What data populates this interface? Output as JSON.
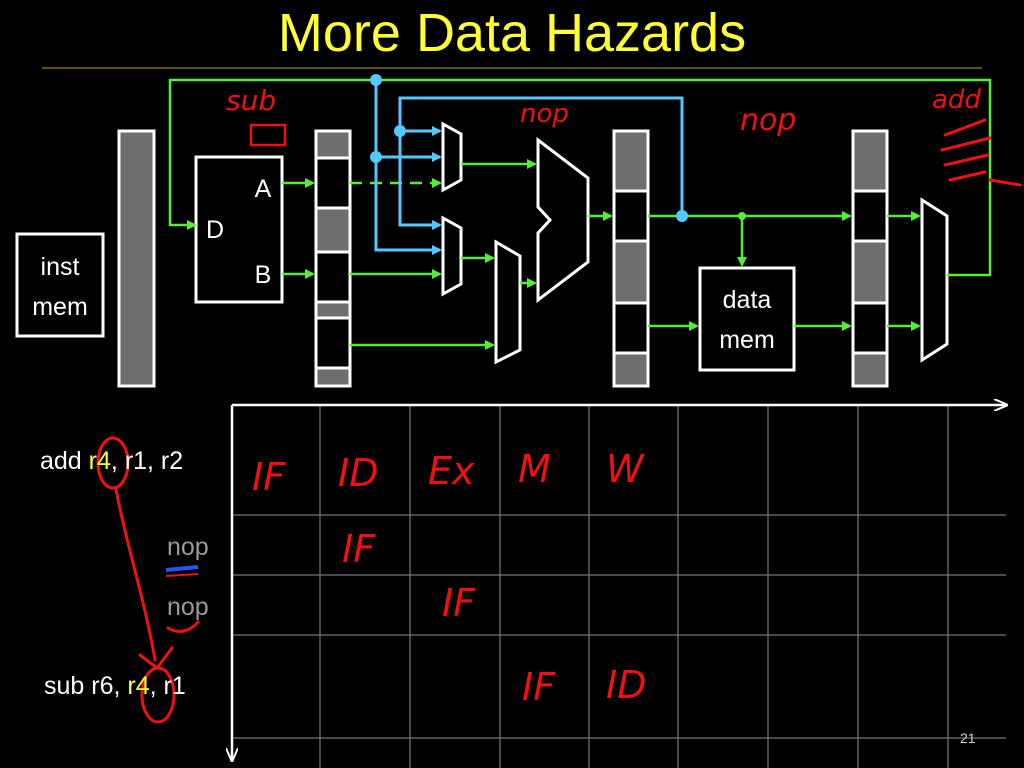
{
  "slide": {
    "title": "More Data Hazards",
    "page_number": "21"
  },
  "pipeline": {
    "inst_mem": [
      "inst",
      "mem"
    ],
    "reg_file": {
      "d": "D",
      "a": "A",
      "b": "B"
    },
    "data_mem": [
      "data",
      "mem"
    ]
  },
  "annotations": {
    "top": [
      "sub",
      "nop",
      "nop",
      "add"
    ],
    "stages_row1": [
      "IF",
      "ID",
      "Ex",
      "M",
      "W"
    ],
    "stages_row2": [
      "IF"
    ],
    "stages_row3": [
      "IF"
    ],
    "stages_row4": [
      "IF",
      "ID"
    ]
  },
  "instructions": [
    {
      "op": "add",
      "dest": "r4",
      "rest": "r1, r2",
      "sep1": ", "
    },
    {
      "op": "nop"
    },
    {
      "op": "nop"
    },
    {
      "op": "sub",
      "dest": "r6",
      "sep0": ", ",
      "src": "r4",
      "rest": "r1",
      "sep1": ", "
    }
  ],
  "colors": {
    "title": "#ffff33",
    "wire": "#55ee33",
    "forward": "#55c8ff",
    "annotation": "#ee1111",
    "register_fill": "#6e6e6e"
  }
}
